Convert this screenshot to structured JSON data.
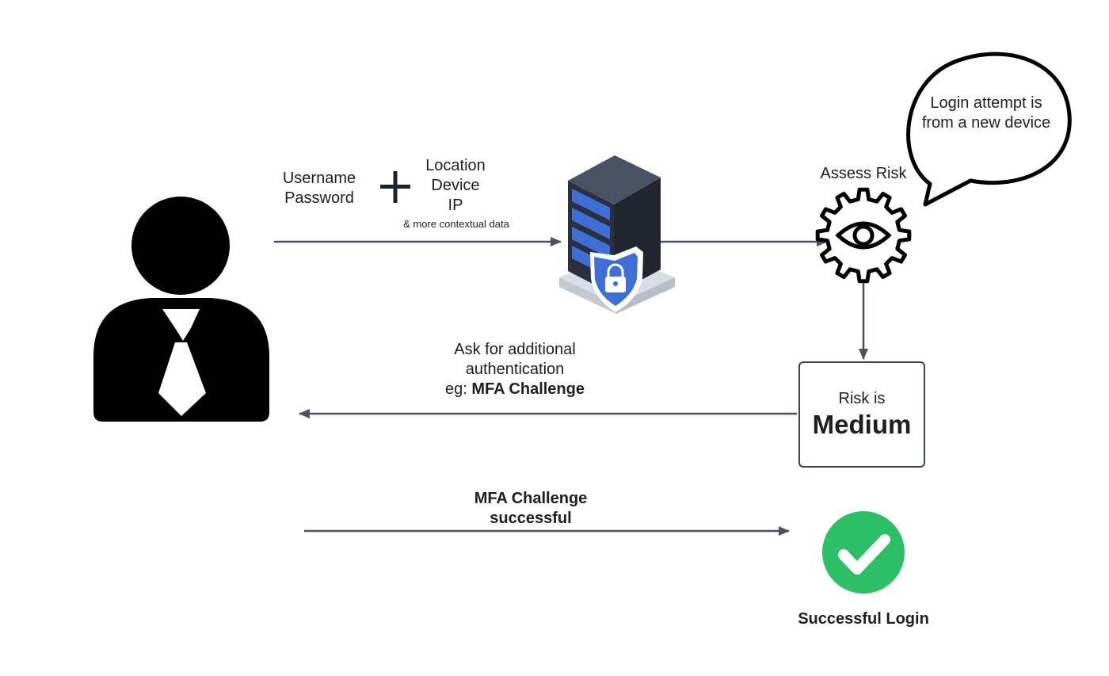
{
  "credentials": [
    "Username",
    "Password"
  ],
  "context": [
    "Location",
    "Device",
    "IP"
  ],
  "context_more": "& more contextual data",
  "assess_label": "Assess Risk",
  "bubble": [
    "Login attempt is",
    "from a new device"
  ],
  "ask": {
    "line1": "Ask for additional",
    "line2": "authentication",
    "prefix": "eg: ",
    "challenge": "MFA Challenge"
  },
  "risk": {
    "prefix": "Risk is",
    "level": "Medium"
  },
  "mfa_result": [
    "MFA Challenge",
    "successful"
  ],
  "success_label": "Successful Login",
  "colors": {
    "arrow": "#4a5160",
    "success_green": "#2dbf66",
    "server_dark": "#2b3040",
    "server_blue": "#3f6fd6"
  }
}
